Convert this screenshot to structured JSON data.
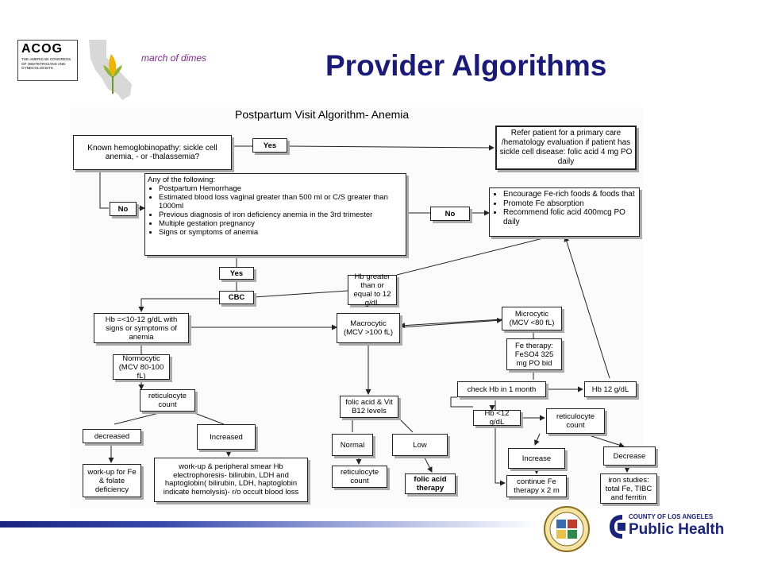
{
  "slide": {
    "title": "Provider Algorithms",
    "acog": {
      "name": "ACOG",
      "subtitle": "THE AMERICAN CONGRESS OF OBSTETRICIANS AND GYNECOLOGISTS"
    },
    "march_of_dimes": "march of dimes",
    "public_health": {
      "county": "COUNTY OF LOS ANGELES",
      "name": "Public Health"
    }
  },
  "diagram": {
    "title": "Postpartum Visit Algorithm- Anemia",
    "nodes": {
      "hemoglobinopathy": "Known hemoglobinopathy: sickle cell anemia, - or -thalassemia?",
      "yes1": "Yes",
      "refer": "Refer patient for a primary care /hematology evaluation if patient has sickle cell disease: folic acid 4 mg PO daily",
      "no1": "No",
      "any_heading": "Any of the following:",
      "any_items": [
        "Postpartum Hemorrhage",
        "Estimated blood loss vaginal greater than 500 ml or C/S greater than 1000ml",
        "Previous diagnosis of iron deficiency anemia in the 3rd trimester",
        "Multiple gestation pregnancy",
        "Signs or symptoms of anemia"
      ],
      "no2": "No",
      "encourage_items": [
        "Encourage Fe-rich foods & foods that",
        "Promote Fe absorption",
        "Recommend folic acid 400mcg PO daily"
      ],
      "yes2": "Yes",
      "cbc": "CBC",
      "hb_ge12": "Hb greater than or equal to 12  g/dL",
      "hb_lt": "Hb =<10-12 g/dL with signs or symptoms of anemia",
      "macrocytic": "Macrocytic (MCV >100 fL)",
      "microcytic": "Microcytic (MCV <80 fL)",
      "normocytic": "Normocytic (MCV 80-100 fL)",
      "fe_therapy": "Fe therapy: FeSO4 325 mg PO bid",
      "reticulocyte1": "reticulocyte count",
      "check_hb": "check Hb in 1 month",
      "hb12": "Hb 12 g/dL",
      "folic_b12": "folic acid & Vit B12 levels",
      "hb_lt12": "Hb <12 g/dL",
      "reticulocyte2": "reticulocyte count",
      "decreased": "decreased",
      "increased": "Increased",
      "normal": "Normal",
      "low": "Low",
      "increase": "Increase",
      "decrease": "Decrease",
      "workup_fe": "work-up for Fe & folate deficiency",
      "workup_smear": "work-up & peripheral smear Hb electrophoresis- bilirubin, LDH and haptoglobin( bilirubin, LDH, haptoglobin    indicate hemolysis)- r/o occult blood loss",
      "retic_count3": "reticulocyte count",
      "folic_therapy": "folic acid therapy",
      "continue_fe": "continue Fe therapy x 2 m",
      "iron_studies": "iron studies: total Fe, TIBC and ferritin"
    }
  }
}
